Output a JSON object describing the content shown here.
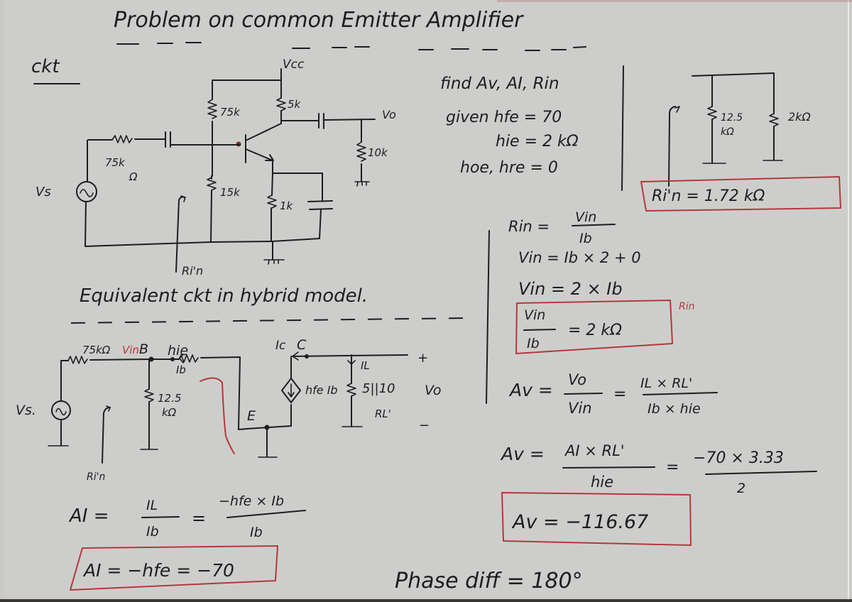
{
  "title": "Problem on common Emitter Amplifier",
  "section_ckt": {
    "label": "ckt",
    "vcc": "Vcc",
    "vo": "Vo",
    "vs": "Vs",
    "r_source": "75k",
    "r_source_unit": "Ω",
    "r1": "75k",
    "r2": "15k",
    "rc": "5k",
    "re": "1k",
    "rl": "10k",
    "rin_label": "Ri'n"
  },
  "given": {
    "find": "find Av, AI, Rin",
    "hfe": "given hfe = 70",
    "hie": "hie = 2 kΩ",
    "hoe_hre": "hoe, hre = 0"
  },
  "rin_prime_box": {
    "r_a": "12.5",
    "r_a_unit": "kΩ",
    "r_b": "2kΩ",
    "result": "Ri'n = 1.72 kΩ"
  },
  "rin_derivation": {
    "line1_lhs": "Rin =",
    "line1_num": "Vin",
    "line1_den": "Ib",
    "line2": "Vin = Ib × 2 + 0",
    "line3": "Vin = 2 × Ib",
    "boxed_num": "Vin",
    "boxed_den": "Ib",
    "boxed_rhs": "= 2 kΩ",
    "annotation": "Rin"
  },
  "hybrid_model": {
    "heading": "Equivalent ckt in hybrid model.",
    "r_source": "75kΩ",
    "vin_label": "Vin",
    "node_b": "B",
    "hie": "hie",
    "ib": "Ib",
    "r_bias": "12.5",
    "r_bias_unit": "kΩ",
    "node_e": "E",
    "ic": "Ic",
    "node_c": "C",
    "il": "IL",
    "dep_source": "hfe Ib",
    "rl_value": "5||10",
    "rl_label": "RL'",
    "vo": "Vo",
    "plus": "+",
    "minus": "−",
    "vs": "Vs.",
    "rin_label": "Ri'n"
  },
  "current_gain": {
    "lhs": "AI =",
    "num1": "IL",
    "den1": "Ib",
    "eq": "=",
    "num2": "−hfe × Ib",
    "den2": "Ib",
    "result": "AI = −hfe = −70"
  },
  "voltage_gain": {
    "line1_lhs": "Av =",
    "line1_num": "Vo",
    "line1_den": "Vin",
    "line1_num2": "IL × RL'",
    "line1_den2": "Ib × hie",
    "line2_lhs": "Av =",
    "line2_num": "AI × RL'",
    "line2_den": "hie",
    "line2_num2": "−70 × 3.33",
    "line2_den2": "2",
    "result": "Av = −116.67"
  },
  "phase": {
    "text": "Phase diff = 180°"
  },
  "colors": {
    "ink": "#1d1d1f",
    "red_ink": "#b2393b",
    "paper": "#cdcecb"
  }
}
